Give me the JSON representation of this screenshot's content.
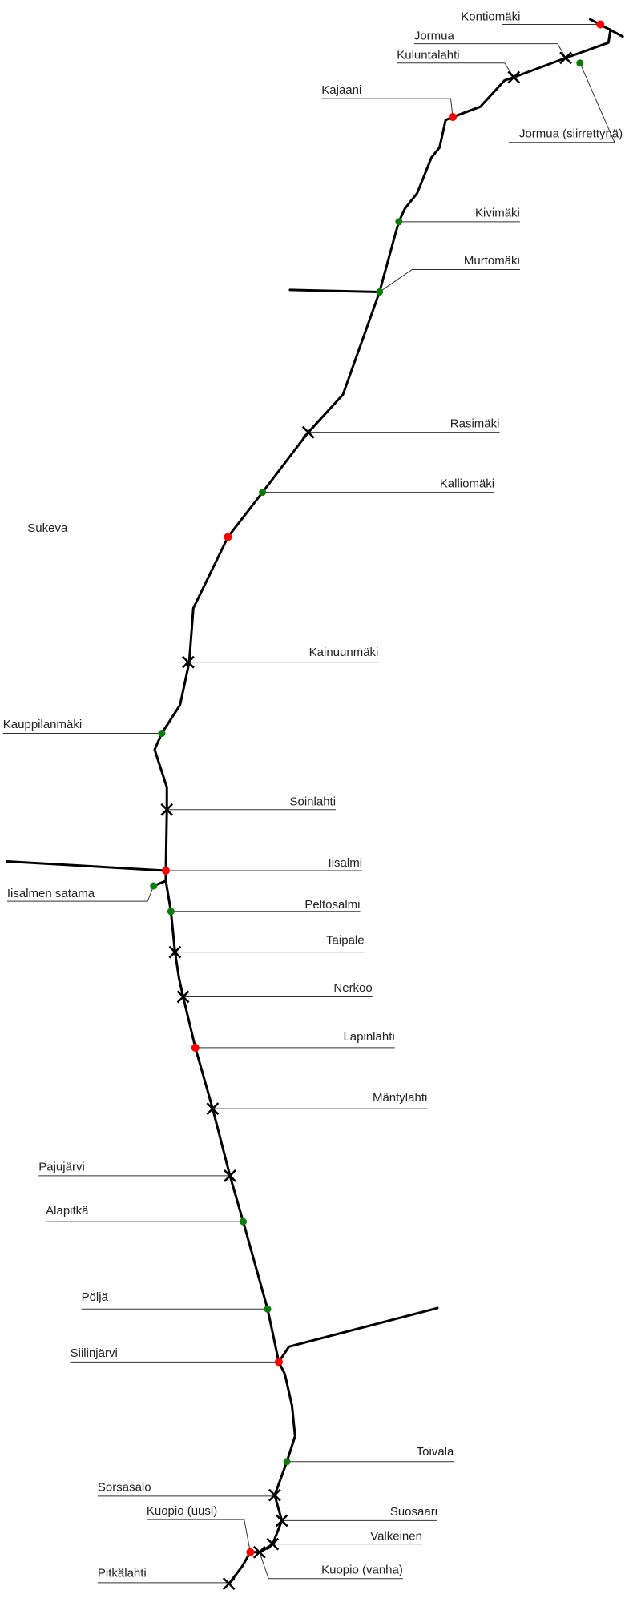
{
  "colors": {
    "track": "#000000",
    "leader": "#333333",
    "label": "#222222",
    "major_station": "#ff0000",
    "minor_station": "#0a7d0a"
  },
  "legend_note": "",
  "stations": [
    {
      "name": "Kontiomäki",
      "kind": "major_station"
    },
    {
      "name": "Jormua",
      "kind": "closed_stop"
    },
    {
      "name": "Kuluntalahti",
      "kind": "closed_stop"
    },
    {
      "name": "Jormua (siirrettynä)",
      "kind": "minor_station"
    },
    {
      "name": "Kajaani",
      "kind": "major_station"
    },
    {
      "name": "Kivimäki",
      "kind": "minor_station"
    },
    {
      "name": "Murtomäki",
      "kind": "minor_station"
    },
    {
      "name": "Rasimäki",
      "kind": "closed_stop"
    },
    {
      "name": "Kalliomäki",
      "kind": "minor_station"
    },
    {
      "name": "Sukeva",
      "kind": "major_station"
    },
    {
      "name": "Kainuunmäki",
      "kind": "closed_stop"
    },
    {
      "name": "Kauppilanmäki",
      "kind": "minor_station"
    },
    {
      "name": "Soinlahti",
      "kind": "closed_stop"
    },
    {
      "name": "Iisalmi",
      "kind": "major_station"
    },
    {
      "name": "Iisalmen satama",
      "kind": "minor_station"
    },
    {
      "name": "Peltosalmi",
      "kind": "minor_station"
    },
    {
      "name": "Taipale",
      "kind": "closed_stop"
    },
    {
      "name": "Nerkoo",
      "kind": "closed_stop"
    },
    {
      "name": "Lapinlahti",
      "kind": "major_station"
    },
    {
      "name": "Mäntylahti",
      "kind": "closed_stop"
    },
    {
      "name": "Pajujärvi",
      "kind": "closed_stop"
    },
    {
      "name": "Alapitkä",
      "kind": "minor_station"
    },
    {
      "name": "Pöljä",
      "kind": "minor_station"
    },
    {
      "name": "Siilinjärvi",
      "kind": "major_station"
    },
    {
      "name": "Toivala",
      "kind": "minor_station"
    },
    {
      "name": "Sorsasalo",
      "kind": "closed_stop"
    },
    {
      "name": "Suosaari",
      "kind": "closed_stop"
    },
    {
      "name": "Kuopio (uusi)",
      "kind": "major_station"
    },
    {
      "name": "Valkeinen",
      "kind": "closed_stop"
    },
    {
      "name": "Kuopio (vanha)",
      "kind": "closed_stop"
    },
    {
      "name": "Pitkälahti",
      "kind": "closed_stop"
    }
  ]
}
